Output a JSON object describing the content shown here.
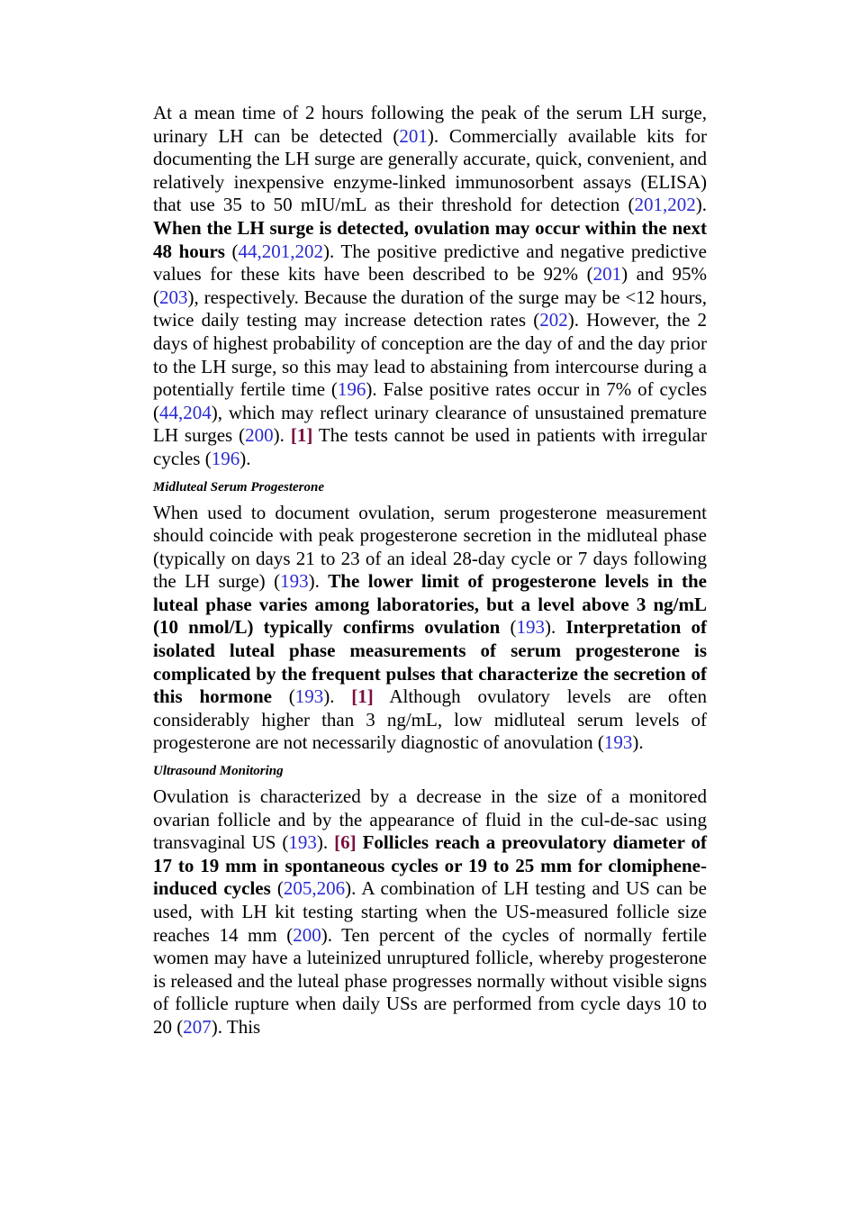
{
  "p1": [
    {
      "t": "At a mean time of 2 hours following the peak of the serum LH surge, urinary LH can be detected ("
    },
    {
      "t": "201",
      "c": "ref"
    },
    {
      "t": "). Commercially available kits for documenting the LH surge are generally accurate, quick, convenient, and relatively inexpensive enzyme-linked immunosorbent assays (ELISA) that use 35 to 50 mIU/mL as their threshold for detection ("
    },
    {
      "t": "201,202",
      "c": "ref"
    },
    {
      "t": "). "
    },
    {
      "t": "When the LH surge is detected, ovulation may occur within the next 48 hours",
      "c": "b"
    },
    {
      "t": " ("
    },
    {
      "t": "44,201,202",
      "c": "ref"
    },
    {
      "t": "). The positive predictive and negative predictive values for these kits have been described to be 92% ("
    },
    {
      "t": "201",
      "c": "ref"
    },
    {
      "t": ") and 95% ("
    },
    {
      "t": "203",
      "c": "ref"
    },
    {
      "t": "), respectively. Because the duration of the surge may be <12 hours, twice daily testing may increase detection rates ("
    },
    {
      "t": "202",
      "c": "ref"
    },
    {
      "t": "). However, the 2 days of highest probability of conception are the day of and the day prior to the LH surge, so this may lead to abstaining from intercourse during a potentially fertile time ("
    },
    {
      "t": "196",
      "c": "ref"
    },
    {
      "t": "). False positive rates occur in 7% of cycles ("
    },
    {
      "t": "44,204",
      "c": "ref"
    },
    {
      "t": "), which may reflect urinary clearance of unsustained premature LH surges ("
    },
    {
      "t": "200",
      "c": "ref"
    },
    {
      "t": "). "
    },
    {
      "t": "[1]",
      "c": "refbox"
    },
    {
      "t": " The tests cannot be used in patients with irregular cycles ("
    },
    {
      "t": "196",
      "c": "ref"
    },
    {
      "t": ")."
    }
  ],
  "heading2": "Midluteal Serum Progesterone",
  "p2": [
    {
      "t": "When used to document ovulation, serum progesterone measurement should coincide with peak progesterone secretion in the midluteal phase (typically on days 21 to 23 of an ideal 28-day cycle or 7 days following the LH surge) ("
    },
    {
      "t": "193",
      "c": "ref"
    },
    {
      "t": "). "
    },
    {
      "t": "The lower limit of progesterone levels in the luteal phase varies among laboratories, but a level above 3 ng/mL (10 nmol/L) typically confirms ovulation",
      "c": "b"
    },
    {
      "t": " ("
    },
    {
      "t": "193",
      "c": "ref"
    },
    {
      "t": "). "
    },
    {
      "t": "Interpretation of isolated luteal phase measurements of serum progesterone is complicated by the frequent pulses that characterize the secretion of this hormone",
      "c": "b"
    },
    {
      "t": " ("
    },
    {
      "t": "193",
      "c": "ref"
    },
    {
      "t": "). "
    },
    {
      "t": "[1]",
      "c": "refbox"
    },
    {
      "t": " Although ovulatory levels are often considerably higher than 3 ng/mL, low midluteal serum levels of progesterone are not necessarily diagnostic of anovulation ("
    },
    {
      "t": "193",
      "c": "ref"
    },
    {
      "t": ")."
    }
  ],
  "heading3": "Ultrasound Monitoring",
  "p3": [
    {
      "t": "Ovulation is characterized by a decrease in the size of a monitored ovarian follicle and by the appearance of fluid in the cul-de-sac using transvaginal US ("
    },
    {
      "t": "193",
      "c": "ref"
    },
    {
      "t": "). "
    },
    {
      "t": "[6]",
      "c": "refbox"
    },
    {
      "t": " "
    },
    {
      "t": "Follicles reach a preovulatory diameter of 17 to 19 mm in spontaneous cycles or 19 to 25 mm for clomiphene-induced cycles",
      "c": "b"
    },
    {
      "t": " ("
    },
    {
      "t": "205,206",
      "c": "ref"
    },
    {
      "t": "). A combination of LH testing and US can be used, with LH kit testing starting when the US-measured follicle size reaches 14 mm ("
    },
    {
      "t": "200",
      "c": "ref"
    },
    {
      "t": "). Ten percent of the cycles of normally fertile women may have a luteinized unruptured follicle, whereby progesterone is released and the luteal phase progresses normally without visible signs of follicle rupture when daily USs are performed from cycle days 10 to 20 ("
    },
    {
      "t": "207",
      "c": "ref"
    },
    {
      "t": "). This"
    }
  ]
}
